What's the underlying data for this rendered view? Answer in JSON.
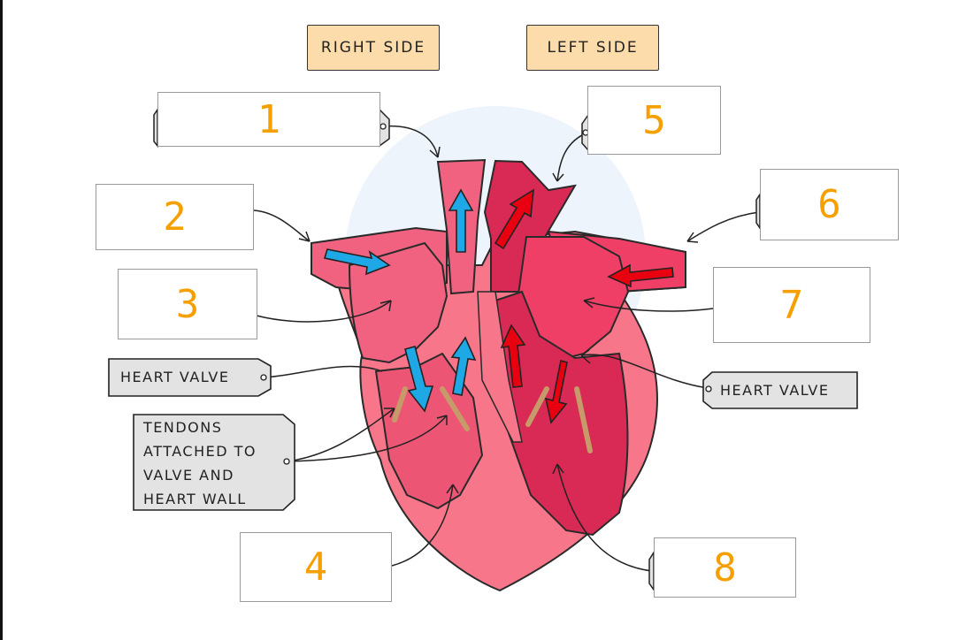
{
  "header": {
    "right_side": "RIGHT SIDE",
    "left_side": "LEFT SIDE"
  },
  "labels": {
    "box1": "1",
    "box2": "2",
    "box3": "3",
    "box4": "4",
    "box5": "5",
    "box6": "6",
    "box7": "7",
    "box8": "8",
    "heart_valve_left": "HEART VALVE",
    "heart_valve_right": "HEART VALVE",
    "tendons_line1": "TENDONS",
    "tendons_line2": "ATTACHED TO",
    "tendons_line3": "VALVE AND",
    "tendons_line4": "HEART WALL"
  },
  "colors": {
    "heart_outer": "#f7768a",
    "heart_chamber": "#ef4f6e",
    "heart_right_chamber": "#f06280",
    "blood_deoxygenated_arrow": "#1ea8e6",
    "blood_oxygenated_arrow": "#e80010",
    "tendon": "#c79a6a",
    "number_text": "#f5a000",
    "header_box": "#fcdcaa",
    "tag_fill": "#e3e3e3"
  }
}
